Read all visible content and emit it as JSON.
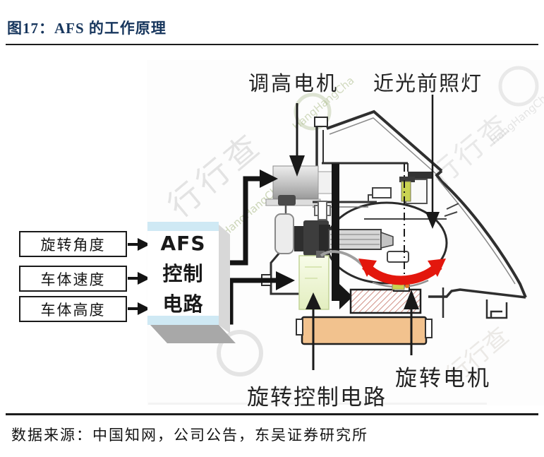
{
  "page": {
    "title": "图17：AFS 的工作原理",
    "source": "数据来源：中国知网，公司公告，东吴证券研究所"
  },
  "diagram": {
    "top_labels": {
      "lift_motor": "调高电机",
      "low_beam": "近光前照灯"
    },
    "bottom_labels": {
      "rotation_circuit": "旋转控制电路",
      "rotation_motor": "旋转电机"
    },
    "inputs": [
      "旋转角度",
      "车体速度",
      "车体高度"
    ],
    "afs_lines": [
      "AFS",
      "控制",
      "电路"
    ],
    "watermark_cn": "行行查",
    "watermark_en": "HangHangCha",
    "colors": {
      "title_navy": "#17365d",
      "afs_strip_blue": "#cfe9f4",
      "rotation_arrow_red": "#e3170d",
      "lamp_base_orange": "#f2c28e",
      "circuit_board_green": "#eef5d5",
      "hatch_pink": "#cf8d82",
      "line_dark": "#1c1c1c"
    }
  }
}
